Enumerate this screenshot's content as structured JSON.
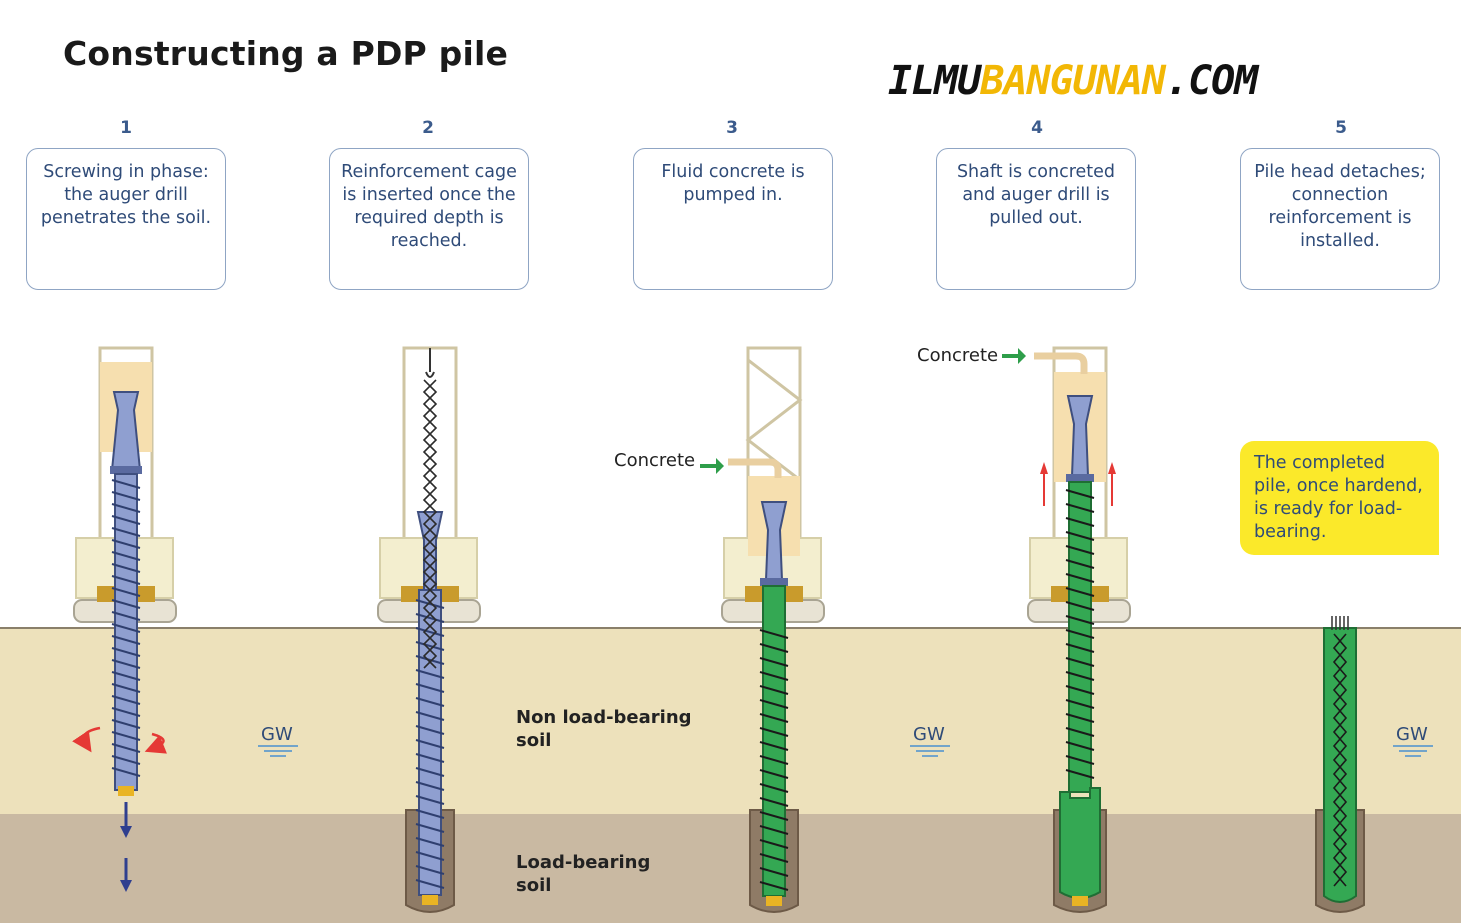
{
  "title": "Constructing a PDP pile",
  "logo": {
    "part1": "ILMU",
    "part2": "BANGUNAN",
    "part3": ".COM"
  },
  "steps": [
    {
      "number": "1",
      "text": "Screwing in phase: the auger drill penetrates the soil."
    },
    {
      "number": "2",
      "text": "Reinforcement cage is inserted once the required depth is reached."
    },
    {
      "number": "3",
      "text": "Fluid concrete is pumped in."
    },
    {
      "number": "4",
      "text": "Shaft is concreted and auger drill is pulled out."
    },
    {
      "number": "5",
      "text": "Pile head detaches; connection reinforcement is installed."
    }
  ],
  "callout": "The completed pile, once hardend, is ready for load-bearing.",
  "labels": {
    "concrete": "Concrete",
    "gw": "GW",
    "non_load_bearing": "Non load-bearing soil",
    "load_bearing": "Load-bearing soil"
  },
  "colors": {
    "topsoil": "#ede1bb",
    "bearing_soil": "#c9b9a2",
    "auger": "#8f9fd0",
    "concrete": "#34a853",
    "rig": "#f3e8c6",
    "callout": "#fbe92a"
  }
}
